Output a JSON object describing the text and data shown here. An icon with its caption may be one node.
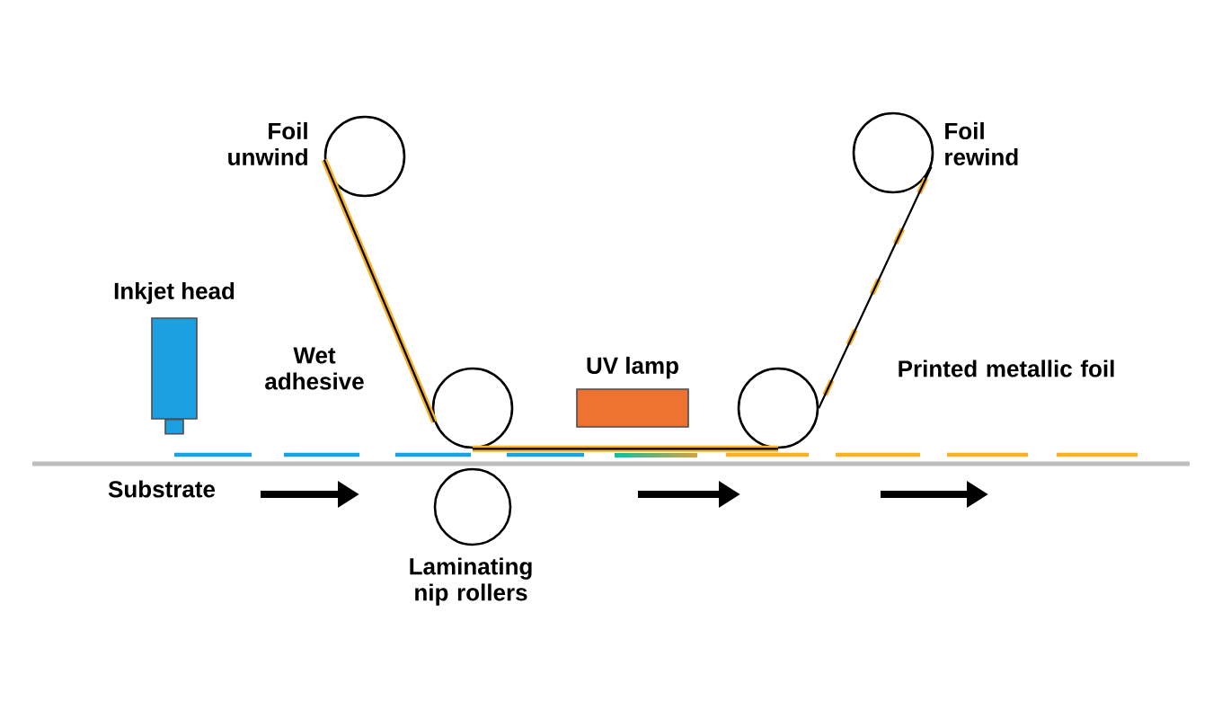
{
  "diagram": {
    "nodes": [
      {
        "text": [],
        "shape": "circle",
        "beside": [
          "Foil unwind"
        ]
      },
      {
        "text": [],
        "shape": "circle"
      },
      {
        "text": [],
        "shape": "circle"
      },
      {
        "text": [],
        "shape": "circle",
        "beside": [
          "Foil rewind"
        ]
      },
      {
        "text": [],
        "shape": "circle",
        "beside": [
          "Laminating nip rollers"
        ]
      },
      {
        "text": [
          "Inkjet head"
        ]
      },
      {
        "text": [
          "UV lamp"
        ]
      }
    ],
    "edges": [
      {
        "from": 0,
        "to": 1,
        "arrow": "none"
      },
      {
        "from": 1,
        "to": 2,
        "arrow": "none"
      },
      {
        "from": 2,
        "to": 3,
        "arrow": "none",
        "style": "dashed"
      }
    ],
    "labels": [
      "Wet adhesive",
      "Substrate",
      "Printed metallic foil"
    ]
  }
}
